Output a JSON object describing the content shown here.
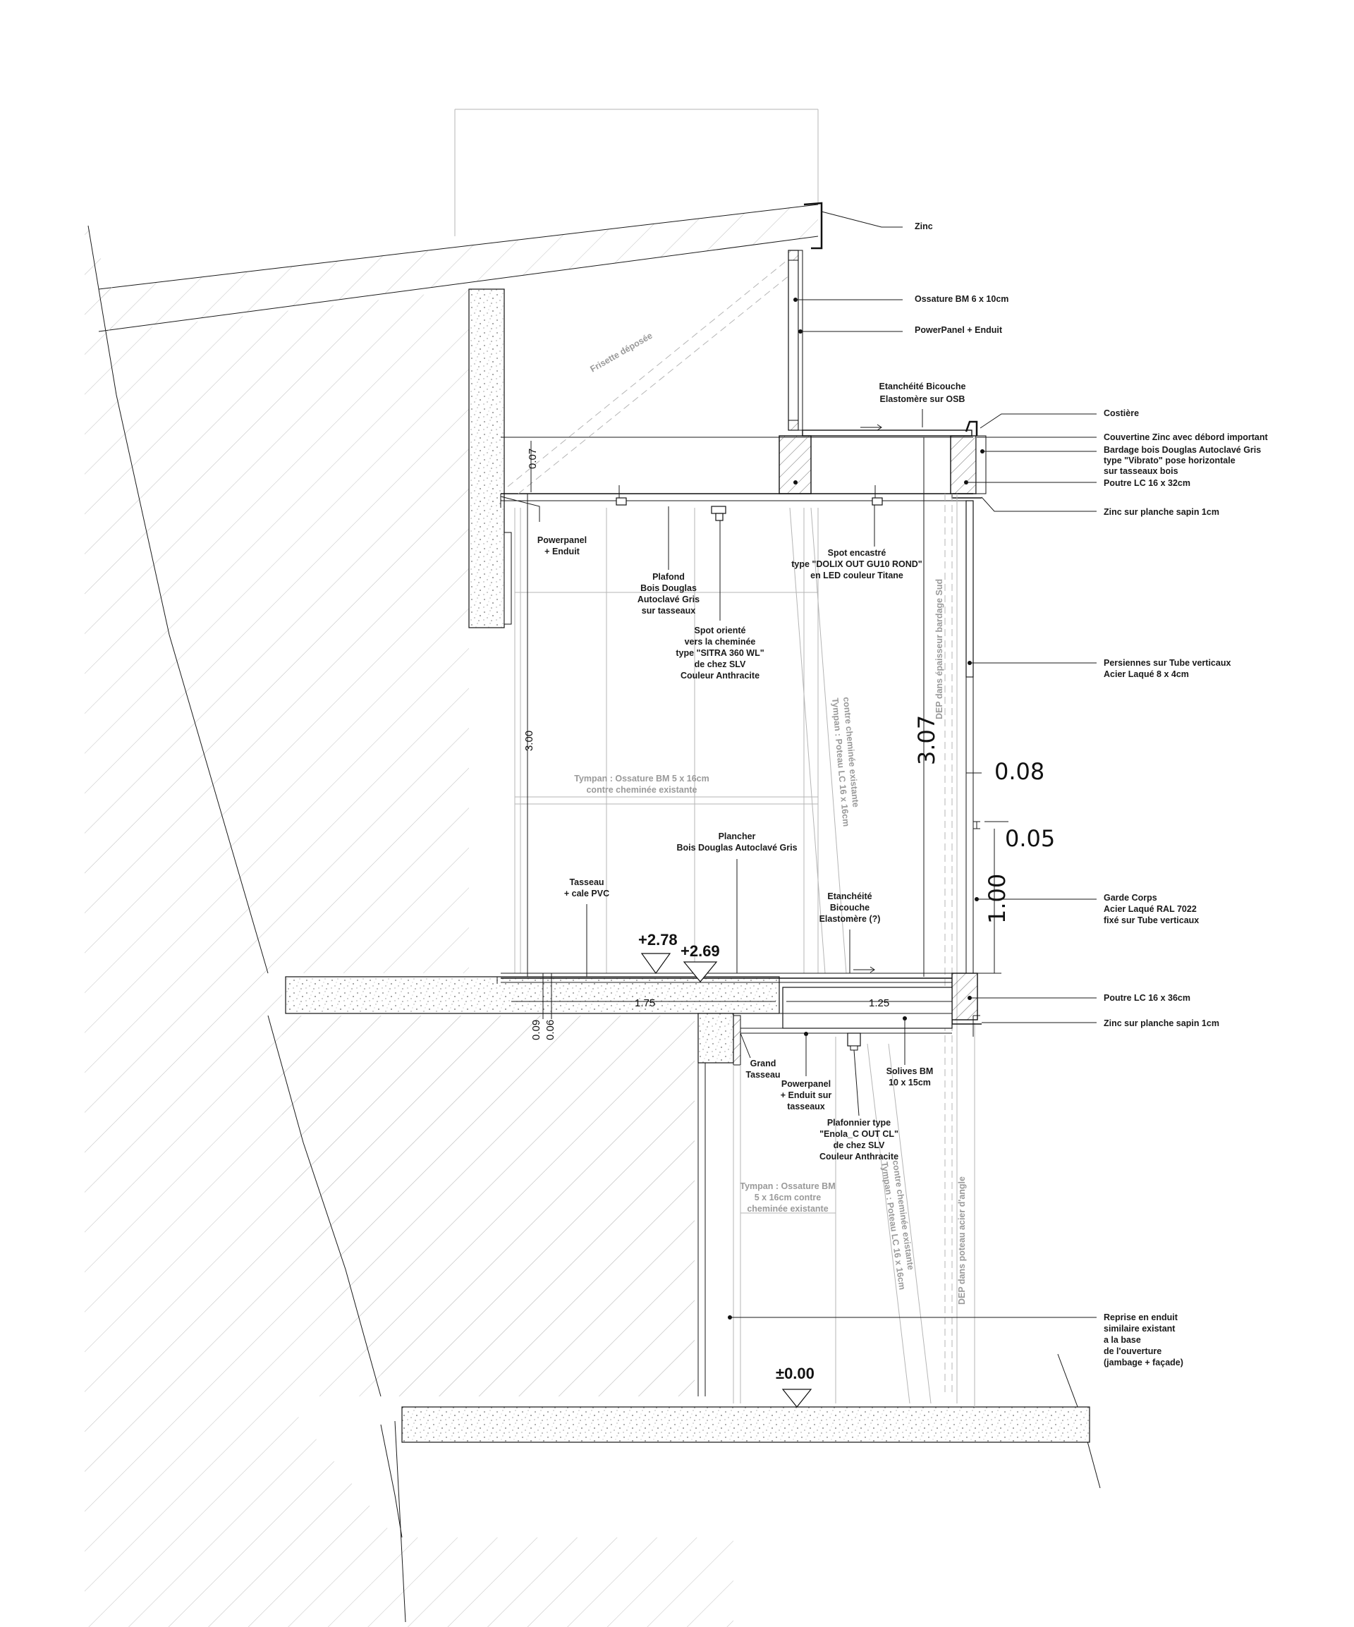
{
  "diagram": {
    "labels": {
      "zinc": "Zinc",
      "ossature_bm": "Ossature BM 6 x 10cm",
      "powerpanel_enduit_top": "PowerPanel + Enduit",
      "etancheite_top": [
        "Etanchéité Bicouche",
        "Elastomère sur OSB"
      ],
      "costiere": "Costière",
      "couvertine": "Couvertine Zinc avec débord important",
      "bardage": [
        "Bardage bois Douglas Autoclavé Gris",
        "type \"Vibrato\" pose horizontale",
        "sur tasseaux bois"
      ],
      "poutre_top": "Poutre LC 16 x 32cm",
      "zinc_planche_top": "Zinc sur planche sapin 1cm",
      "powerpanel_left": [
        "Powerpanel",
        "+ Enduit"
      ],
      "plafond": [
        "Plafond",
        "Bois Douglas",
        "Autoclavé Gris",
        "sur tasseaux"
      ],
      "spot_encastre": [
        "Spot encastré",
        "type \"DOLIX OUT GU10 ROND\"",
        "en LED couleur Titane"
      ],
      "spot_oriente": [
        "Spot orienté",
        "vers la cheminée",
        "type \"SITRA 360 WL\"",
        "de chez SLV",
        "Couleur Anthracite"
      ],
      "persiennes": [
        "Persiennes sur Tube verticaux",
        "Acier Laqué 8 x 4cm"
      ],
      "plancher": [
        "Plancher",
        "Bois Douglas Autoclavé Gris"
      ],
      "tasseau": [
        "Tasseau",
        "+ cale PVC"
      ],
      "etancheite_bottom": [
        "Etanchéité",
        "Bicouche",
        "Elastomère (?)"
      ],
      "garde_corps": [
        "Garde Corps",
        "Acier Laqué RAL 7022",
        "fixé sur Tube verticaux"
      ],
      "poutre_bottom": "Poutre LC 16 x 36cm",
      "zinc_planche_bottom": "Zinc sur planche sapin 1cm",
      "grand_tasseau": [
        "Grand",
        "Tasseau"
      ],
      "powerpanel_bottom": [
        "Powerpanel",
        "+ Enduit sur",
        "tasseaux"
      ],
      "solives": [
        "Solives BM",
        "10 x 15cm"
      ],
      "plafonnier": [
        "Plafonnier type",
        "\"Enola_C OUT CL\"",
        "de chez SLV",
        "Couleur Anthracite"
      ],
      "reprise": [
        "Reprise en enduit",
        "similaire existant",
        "a la base",
        "de l'ouverture",
        "(jambage + façade)"
      ]
    },
    "grey_labels": {
      "frisette": "Frisette déposée",
      "tympan_upper": [
        "Tympan : Ossature BM 5 x 16cm",
        "contre cheminée existante"
      ],
      "tympan_poteau_upper": [
        "Tympan : Poteau LC 16 x 16cm",
        "contre cheminée existante"
      ],
      "dep_bardage": "DEP dans épaisseur bardage Sud",
      "tympan_lower": [
        "Tympan : Ossature BM",
        "5 x 16cm contre",
        "cheminée existante"
      ],
      "tympan_poteau_lower": [
        "Tympan : Poteau LC 16 x 16cm",
        "contre cheminée existante"
      ],
      "dep_angle": "DEP dans poteau acier d'angle"
    },
    "dimensions": {
      "d007": "0.07",
      "d300": "3.00",
      "d307": "3.07",
      "d008": "0.08",
      "d005": "0.05",
      "d100": "1.00",
      "d175": "1.75",
      "d125": "1.25",
      "d009": "0.09",
      "d006": "0.06"
    },
    "levels": {
      "l278": "+2.78",
      "l269": "+2.69",
      "l000": "±0.00"
    }
  }
}
